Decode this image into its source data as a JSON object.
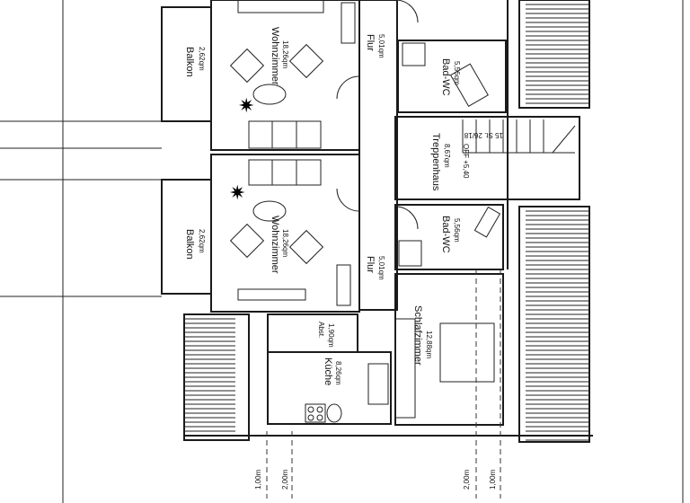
{
  "rooms": {
    "balkon_1": {
      "name": "Balkon",
      "area": "2,62qm"
    },
    "wohnzimmer_1": {
      "name": "Wohnzimmer",
      "area": "18,26qm"
    },
    "flur_1": {
      "name": "Flur",
      "area": "5,01qm"
    },
    "bad_1": {
      "name": "Bad-WC",
      "area": "5,56qm"
    },
    "treppenhaus": {
      "name": "Treppenhaus",
      "area": "8,67qm",
      "level": "OFF +5,40",
      "stairs": "15 St. 26/18"
    },
    "balkon_2": {
      "name": "Balkon",
      "area": "2,62qm"
    },
    "wohnzimmer_2": {
      "name": "Wohnzimmer",
      "area": "18,26qm"
    },
    "flur_2": {
      "name": "Flur",
      "area": "5,01qm"
    },
    "bad_2": {
      "name": "Bad-WC",
      "area": "5,56qm"
    },
    "abst": {
      "name": "Abst.",
      "area": "1,90qm"
    },
    "kueche": {
      "name": "Küche",
      "area": "8,26qm"
    },
    "schlafzimmer": {
      "name": "Schlafzimmer",
      "area": "12,88qm"
    }
  },
  "dimensions": [
    "1,00m",
    "2,00m",
    "2,00m",
    "1,00m"
  ]
}
